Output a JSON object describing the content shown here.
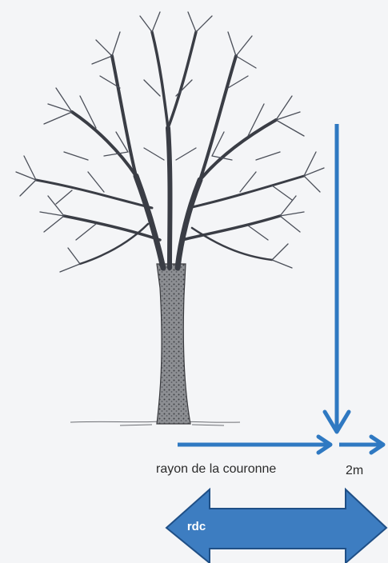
{
  "labels": {
    "crown_radius": "rayon de la couronne",
    "extra_distance": "2m",
    "root_zone": "rdc"
  },
  "colors": {
    "arrow_blue": "#2f79c2",
    "band_fill": "#3d7dc1",
    "band_stroke": "#1f4f86",
    "trunk": "#5a5a5a",
    "branches": "#3a3d45",
    "background": "#f4f5f7"
  },
  "icons": {
    "tree": "bare-deciduous-tree-icon"
  }
}
